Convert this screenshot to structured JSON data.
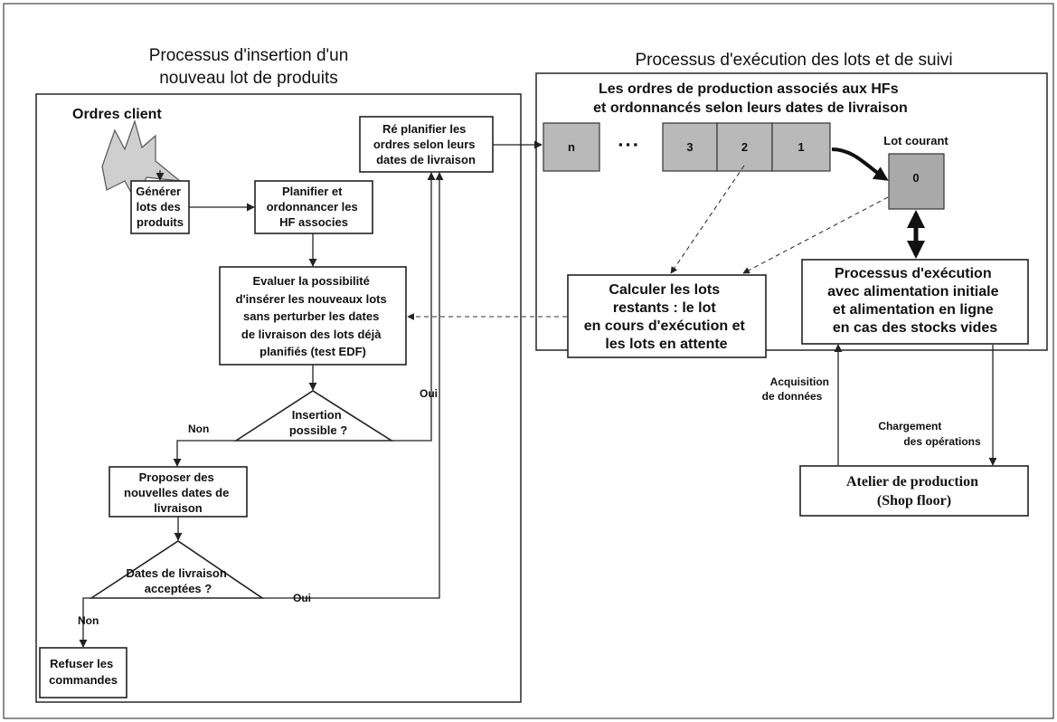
{
  "left_panel": {
    "title_line1": "Processus d'insertion d'un",
    "title_line2": "nouveau lot de produits",
    "customer_orders_label": "Ordres client",
    "generate_lots": [
      "Générer",
      "lots des",
      "produits"
    ],
    "plan_schedule": [
      "Planifier et",
      "ordonnancer les",
      "HF associes"
    ],
    "replan_orders": [
      "Ré planifier les",
      "ordres selon leurs",
      "dates de livraison"
    ],
    "evaluate_insertion": [
      "Evaluer la possibilité",
      "d'insérer les nouveaux lots",
      "sans perturber les dates",
      "de livraison des lots déjà",
      "planifiés (test EDF)"
    ],
    "insertion_decision": [
      "Insertion",
      "possible ?"
    ],
    "propose_dates": [
      "Proposer des",
      "nouvelles dates de",
      "livraison"
    ],
    "dates_decision": [
      "Dates de livraison",
      "acceptées ?"
    ],
    "refuse_orders": [
      "Refuser les",
      "commandes"
    ],
    "label_non_1": "Non",
    "label_oui_1": "Oui",
    "label_non_2": "Non",
    "label_oui_2": "Oui"
  },
  "right_panel": {
    "title": "Processus d'exécution des lots et de suivi",
    "queue_caption": [
      "Les ordres de production associés aux HFs",
      "et ordonnancés selon leurs dates de livraison"
    ],
    "queue_cells": [
      "n",
      "3",
      "2",
      "1"
    ],
    "ellipsis": "▪ ▪ ▪",
    "current_lot_label": "Lot courant",
    "current_lot_value": "0",
    "calculate_remaining": [
      "Calculer les lots",
      "restants : le lot",
      "en cours d'exécution et",
      "les lots en attente"
    ],
    "execution_process": [
      "Processus d'exécution",
      "avec alimentation initiale",
      "et alimentation en ligne",
      "en cas des stocks vides"
    ],
    "data_acquisition": [
      "Acquisition",
      "de données"
    ],
    "operations_loading": [
      "Chargement",
      "des opérations"
    ],
    "shop_floor": [
      "Atelier de production",
      "(Shop floor)"
    ]
  },
  "colors": {
    "cell_fill": "#b9b9b9",
    "current_lot_fill": "#a9a9a9",
    "star_fill": "#cfcfcf"
  }
}
